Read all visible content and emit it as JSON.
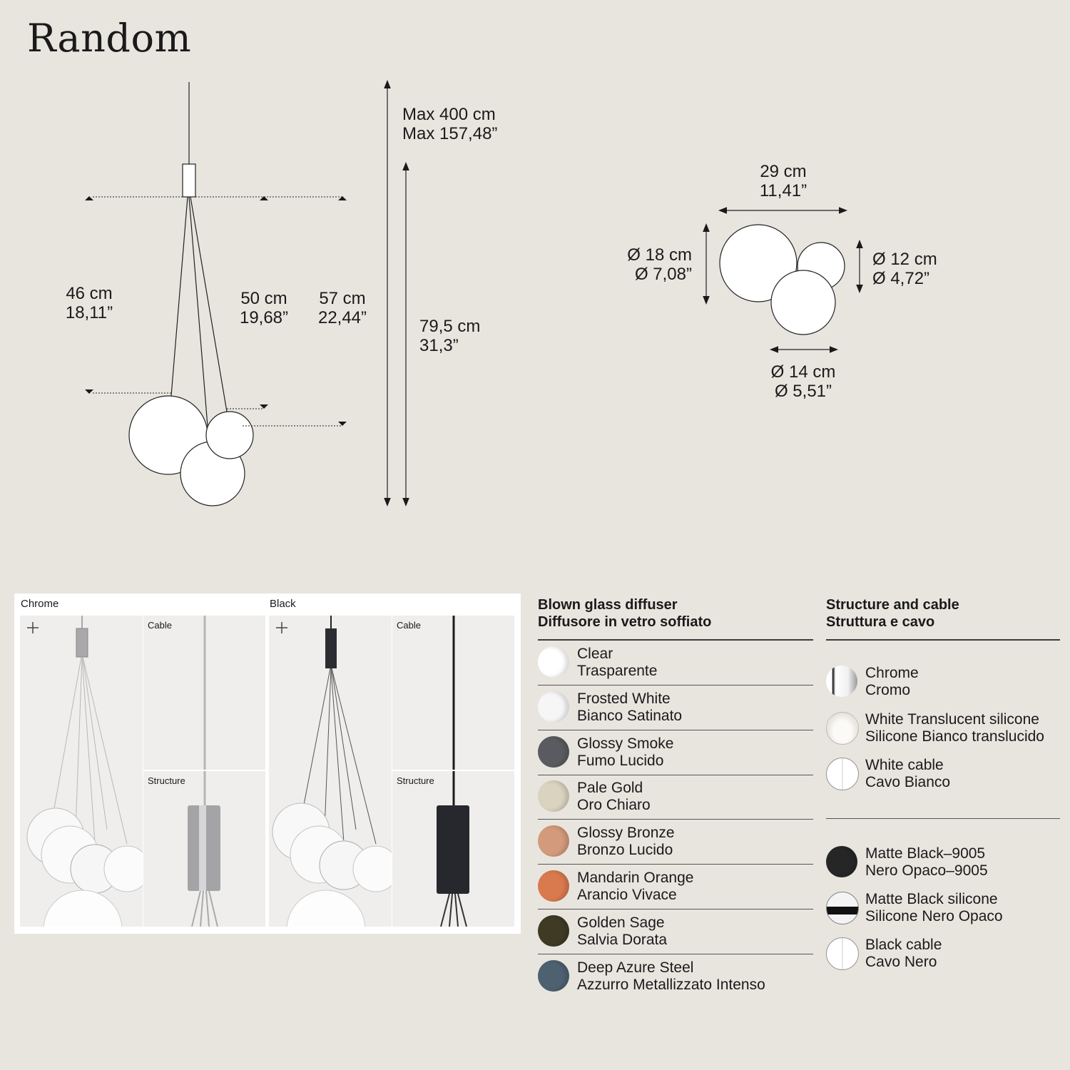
{
  "title": "Random",
  "dimensions": {
    "max_cable": {
      "cm": "Max 400 cm",
      "in": "Max 157,48”"
    },
    "total_height": {
      "cm": "79,5 cm",
      "in": "31,3”"
    },
    "drop_1": {
      "cm": "46 cm",
      "in": "18,11”"
    },
    "drop_2": {
      "cm": "50 cm",
      "in": "19,68”"
    },
    "drop_3": {
      "cm": "57 cm",
      "in": "22,44”"
    },
    "width": {
      "cm": "29 cm",
      "in": "11,41”"
    },
    "diam_18": {
      "cm": "Ø 18 cm",
      "in": "Ø 7,08”"
    },
    "diam_12": {
      "cm": "Ø 12 cm",
      "in": "Ø 4,72”"
    },
    "diam_14": {
      "cm": "Ø 14 cm",
      "in": "Ø 5,51”"
    }
  },
  "photos": {
    "chrome": {
      "label": "Chrome",
      "cable": "Cable",
      "structure": "Structure"
    },
    "black": {
      "label": "Black",
      "cable": "Cable",
      "structure": "Structure"
    }
  },
  "diffuser": {
    "heading_en": "Blown glass diffuser",
    "heading_it": "Diffusore in vetro soffiato",
    "options": [
      {
        "en": "Clear",
        "it": "Trasparente",
        "color": "#ffffff"
      },
      {
        "en": "Frosted White",
        "it": "Bianco Satinato",
        "color": "#f6f6f6"
      },
      {
        "en": "Glossy Smoke",
        "it": "Fumo Lucido",
        "color": "#5a5b60"
      },
      {
        "en": "Pale Gold",
        "it": "Oro Chiaro",
        "color": "#d9d3bf"
      },
      {
        "en": "Glossy Bronze",
        "it": "Bronzo Lucido",
        "color": "#d49a7c"
      },
      {
        "en": "Mandarin Orange",
        "it": "Arancio Vivace",
        "color": "#d97a4e"
      },
      {
        "en": "Golden Sage",
        "it": "Salvia Dorata",
        "color": "#3e3a24"
      },
      {
        "en": "Deep Azure Steel",
        "it": "Azzurro Metallizzato Intenso",
        "color": "#4d6170"
      }
    ]
  },
  "structure": {
    "heading_en": "Structure and cable",
    "heading_it": "Struttura e cavo",
    "group1": [
      {
        "en": "Chrome",
        "it": "Cromo",
        "color": "#f2f2f2"
      },
      {
        "en": "White Translucent silicone",
        "it": "Silicone Bianco translucido",
        "color": "#f4f2ee"
      },
      {
        "en": "White cable",
        "it": "Cavo Bianco",
        "color": "#ffffff"
      }
    ],
    "group2": [
      {
        "en": "Matte Black–9005",
        "it": "Nero Opaco–9005",
        "color": "#262626"
      },
      {
        "en": "Matte Black silicone",
        "it": "Silicone Nero Opaco",
        "color": "#f4f4f4"
      },
      {
        "en": "Black cable",
        "it": "Cavo Nero",
        "color": "#ffffff"
      }
    ]
  }
}
